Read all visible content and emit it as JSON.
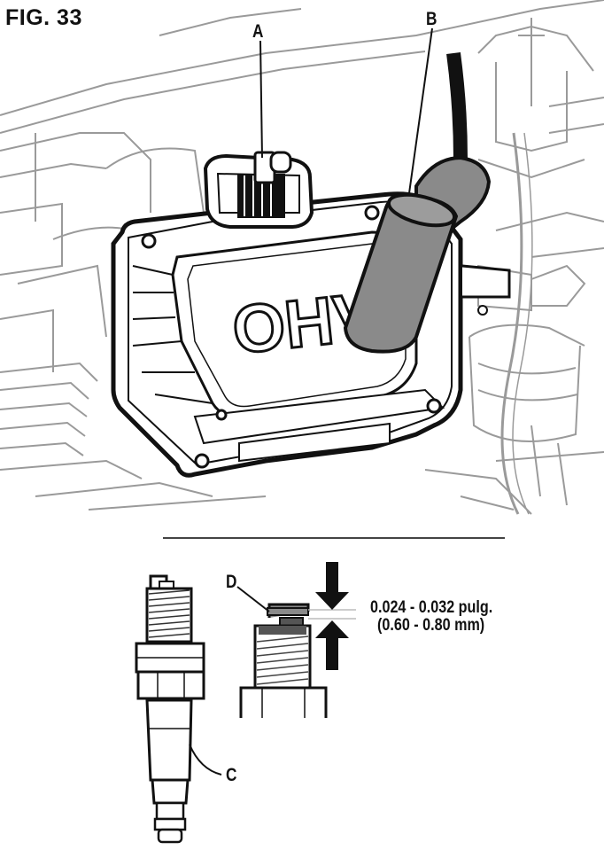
{
  "figure": {
    "title": "FIG. 33",
    "embossed_text": "OHV"
  },
  "callouts": {
    "a": "A",
    "b": "B",
    "c": "C",
    "d": "D"
  },
  "gap_spec": {
    "line1": "0.024 - 0.032 pulg.",
    "line2": "(0.60 - 0.80 mm)"
  },
  "colors": {
    "ink": "#111111",
    "boot_gray": "#8a8a8a",
    "light_line": "#b5b5b5"
  }
}
